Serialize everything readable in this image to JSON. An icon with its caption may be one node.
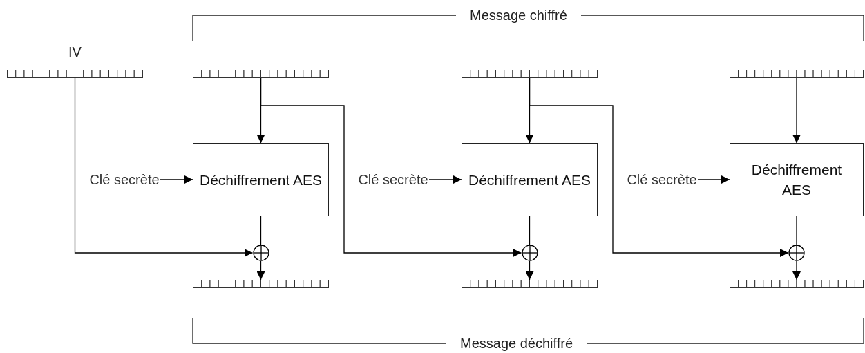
{
  "diagram": {
    "nodes": [
      {
        "text": [
          "IV"
        ]
      },
      {
        "text": [],
        "shape": "bar"
      },
      {
        "text": [],
        "shape": "bar"
      },
      {
        "text": [],
        "shape": "bar"
      },
      {
        "text": [
          "Clé secrète"
        ]
      },
      {
        "text": [
          "Déchiffrement AES"
        ]
      },
      {
        "text": [
          "Clé secrète"
        ]
      },
      {
        "text": [
          "Déchiffrement AES"
        ]
      },
      {
        "text": [
          "Clé secrète"
        ]
      },
      {
        "text": [
          "Déchiffrement AES"
        ]
      },
      {
        "text": [],
        "shape": "circle"
      },
      {
        "text": [],
        "shape": "circle"
      },
      {
        "text": [],
        "shape": "circle"
      },
      {
        "text": [],
        "shape": "bar"
      },
      {
        "text": [],
        "shape": "bar"
      },
      {
        "text": [],
        "shape": "bar"
      }
    ],
    "edges": [
      {
        "from": 1,
        "to": 5,
        "arrow": "to"
      },
      {
        "from": 4,
        "to": 5,
        "arrow": "to"
      },
      {
        "from": 5,
        "to": 10,
        "arrow": "none"
      },
      {
        "from": 0,
        "to": 10,
        "arrow": "to"
      },
      {
        "from": 10,
        "to": 13,
        "arrow": "to"
      },
      {
        "from": 2,
        "to": 7,
        "arrow": "to"
      },
      {
        "from": 6,
        "to": 7,
        "arrow": "to"
      },
      {
        "from": 7,
        "to": 11,
        "arrow": "none"
      },
      {
        "from": 1,
        "to": 11,
        "arrow": "to"
      },
      {
        "from": 11,
        "to": 14,
        "arrow": "to"
      },
      {
        "from": 3,
        "to": 9,
        "arrow": "to"
      },
      {
        "from": 8,
        "to": 9,
        "arrow": "to"
      },
      {
        "from": 9,
        "to": 12,
        "arrow": "none"
      },
      {
        "from": 2,
        "to": 12,
        "arrow": "to"
      },
      {
        "from": 12,
        "to": 15,
        "arrow": "to"
      }
    ],
    "labels": [
      "Message chiffré",
      "Message déchiffré"
    ]
  }
}
